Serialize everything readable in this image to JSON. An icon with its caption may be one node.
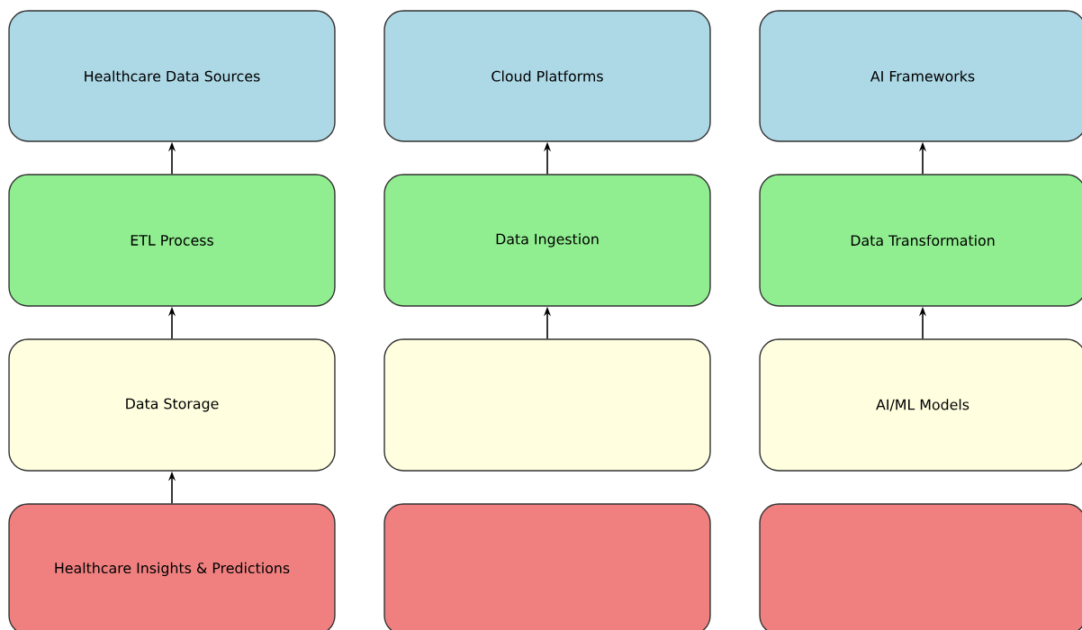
{
  "diagram": {
    "nodes": [
      {
        "text": [
          "Healthcare Data Sources"
        ]
      },
      {
        "text": [
          "Cloud Platforms"
        ]
      },
      {
        "text": [
          "AI Frameworks"
        ]
      },
      {
        "text": [
          "ETL Process"
        ]
      },
      {
        "text": [
          "Data Ingestion"
        ]
      },
      {
        "text": [
          "Data Transformation"
        ]
      },
      {
        "text": [
          "Data Storage"
        ]
      },
      {
        "text": [],
        "shape": "box"
      },
      {
        "text": [
          "AI/ML Models"
        ]
      },
      {
        "text": [
          "Healthcare Insights & Predictions"
        ]
      },
      {
        "text": [],
        "shape": "box"
      },
      {
        "text": [],
        "shape": "box"
      }
    ],
    "edges": [
      {
        "from": 9,
        "to": 6,
        "arrow": "to"
      },
      {
        "from": 6,
        "to": 3,
        "arrow": "to"
      },
      {
        "from": 3,
        "to": 0,
        "arrow": "to"
      },
      {
        "from": 7,
        "to": 4,
        "arrow": "to"
      },
      {
        "from": 4,
        "to": 1,
        "arrow": "to"
      },
      {
        "from": 8,
        "to": 5,
        "arrow": "to"
      },
      {
        "from": 5,
        "to": 2,
        "arrow": "to"
      }
    ]
  }
}
